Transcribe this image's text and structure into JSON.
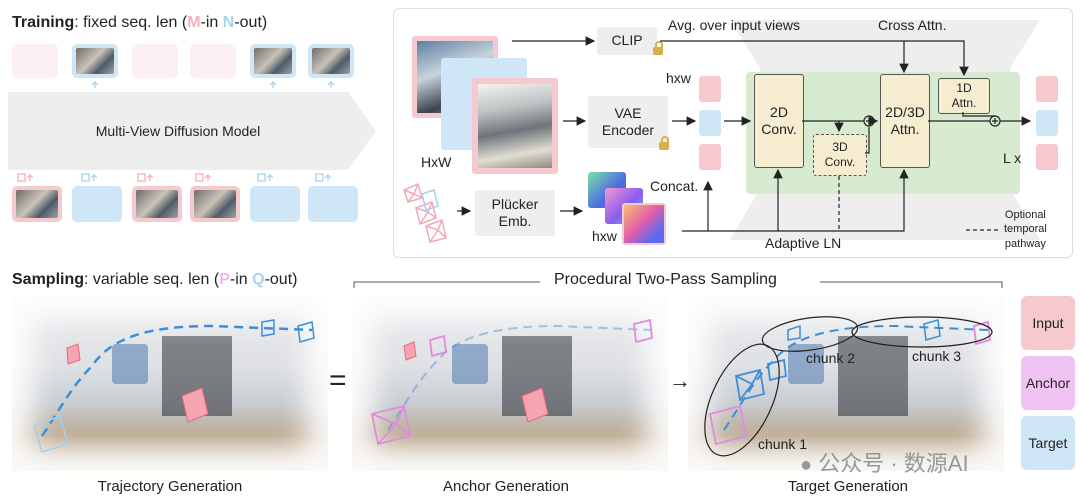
{
  "training": {
    "bold": "Training",
    "rest_a": ": fixed seq. len (",
    "m": "M",
    "mid": "-in ",
    "n": "N",
    "rest_b": "-out)"
  },
  "model": {
    "label": "Multi-View Diffusion Model"
  },
  "arch": {
    "clip": "CLIP",
    "avg": "Avg. over input views",
    "cross": "Cross Attn.",
    "hxw_top": "hxw",
    "vae_line1": "VAE",
    "vae_line2": "Encoder",
    "hxw_big": "HxW",
    "conv2d_line1": "2D",
    "conv2d_line2": "Conv.",
    "conv3d_line1": "3D",
    "conv3d_line2": "Conv.",
    "attn_line1": "2D/3D",
    "attn_line2": "Attn.",
    "attn1d_line1": "1D",
    "attn1d_line2": "Attn.",
    "lx": "L x",
    "concat": "Concat.",
    "plucker_line1": "Plücker",
    "plucker_line2": "Emb.",
    "hxw_bottom": "hxw",
    "adaptive": "Adaptive LN",
    "optional_line1": "Optional",
    "optional_line2": "temporal",
    "optional_line3": "pathway"
  },
  "sampling": {
    "bold": "Sampling",
    "rest_a": ": variable seq. len (",
    "p": "P",
    "mid": "-in ",
    "q": "Q",
    "rest_b": "-out)"
  },
  "procedural": "Procedural Two-Pass Sampling",
  "equals": "=",
  "arrow": "→",
  "chunks": {
    "c1": "chunk 1",
    "c2": "chunk 2",
    "c3": "chunk 3"
  },
  "captions": {
    "trajectory": "Trajectory Generation",
    "anchor": "Anchor Generation",
    "target": "Target Generation"
  },
  "legend": {
    "input": "Input",
    "anchor": "Anchor",
    "target": "Target"
  },
  "watermark": "公众号 · 数源AI",
  "colors": {
    "input_pink": "#f6c9cf",
    "target_blue": "#cfe6f7",
    "anchor_violet": "#f0c4f2",
    "trajectory": "#3b8fd9",
    "green_block": "#d6ebcf",
    "conv_fill": "#f6ecd0"
  }
}
